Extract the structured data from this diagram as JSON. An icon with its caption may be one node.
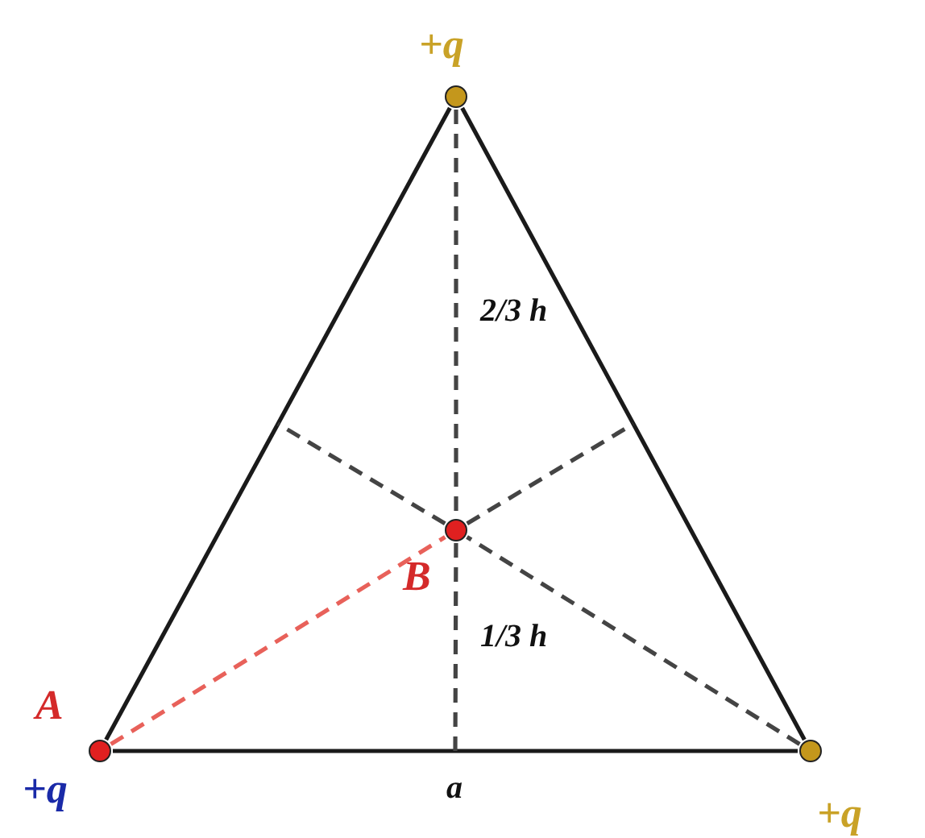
{
  "diagram": {
    "nodes": [
      {
        "text": [
          "+q"
        ]
      },
      {
        "text": [
          "A",
          "+q"
        ]
      },
      {
        "text": [
          "B"
        ]
      },
      {
        "text": [
          "+q"
        ]
      }
    ],
    "edges": [
      {
        "from": 0,
        "to": 1,
        "arrow": "none"
      },
      {
        "from": 1,
        "to": 3,
        "arrow": "none"
      },
      {
        "from": 3,
        "to": 0,
        "arrow": "none"
      },
      {
        "from": 1,
        "to": 2,
        "arrow": "none",
        "style": "dashed",
        "color": "#e8615a"
      },
      {
        "from": 0,
        "to": 2,
        "arrow": "none",
        "style": "dashed"
      },
      {
        "from": 3,
        "to": 2,
        "arrow": "none",
        "style": "dashed"
      },
      {
        "from": 2,
        "to": null,
        "arrow": "none",
        "style": "dashed"
      },
      {
        "from": 2,
        "to": null,
        "arrow": "none",
        "style": "dashed"
      },
      {
        "from": 2,
        "to": null,
        "arrow": "none",
        "style": "dashed"
      }
    ],
    "labels": [
      "2/3 h",
      "1/3 h",
      "a"
    ]
  }
}
